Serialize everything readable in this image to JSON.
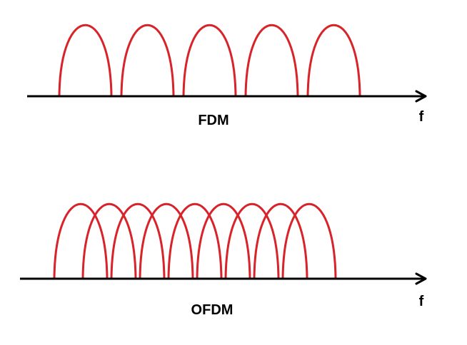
{
  "colors": {
    "carrier": "#d8232a",
    "axis": "#000000"
  },
  "fdm": {
    "label": "FDM",
    "axis_symbol": "f",
    "carrier_count": 5,
    "overlapping": false
  },
  "ofdm": {
    "label": "OFDM",
    "axis_symbol": "f",
    "carrier_count": 9,
    "overlapping": true
  }
}
